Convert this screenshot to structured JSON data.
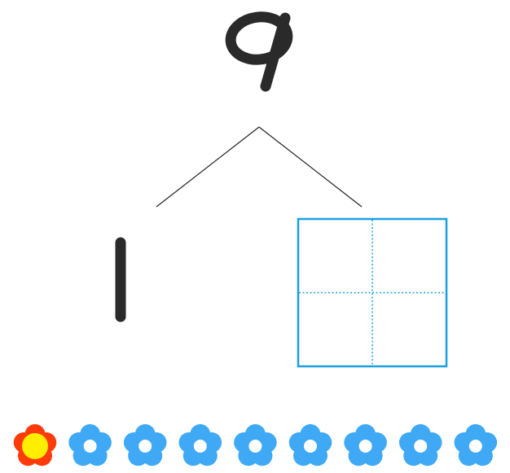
{
  "decomposition": {
    "whole_letter": "q",
    "left_part_letter": "l",
    "right_part_answer": ""
  },
  "colors": {
    "ink": "#2a2a2a",
    "grid_border": "#1aa0e0",
    "grid_dotted": "#1aa0e0",
    "flower_blue": "#3fa9f5",
    "flower_red": "#ff3b0a",
    "flower_yellow": "#ffee00",
    "connector": "#222222"
  },
  "progress": {
    "current_step": 1,
    "total_steps": 9
  },
  "icons": {
    "current": "red-flower-icon",
    "pending": "blue-flower-icon"
  }
}
